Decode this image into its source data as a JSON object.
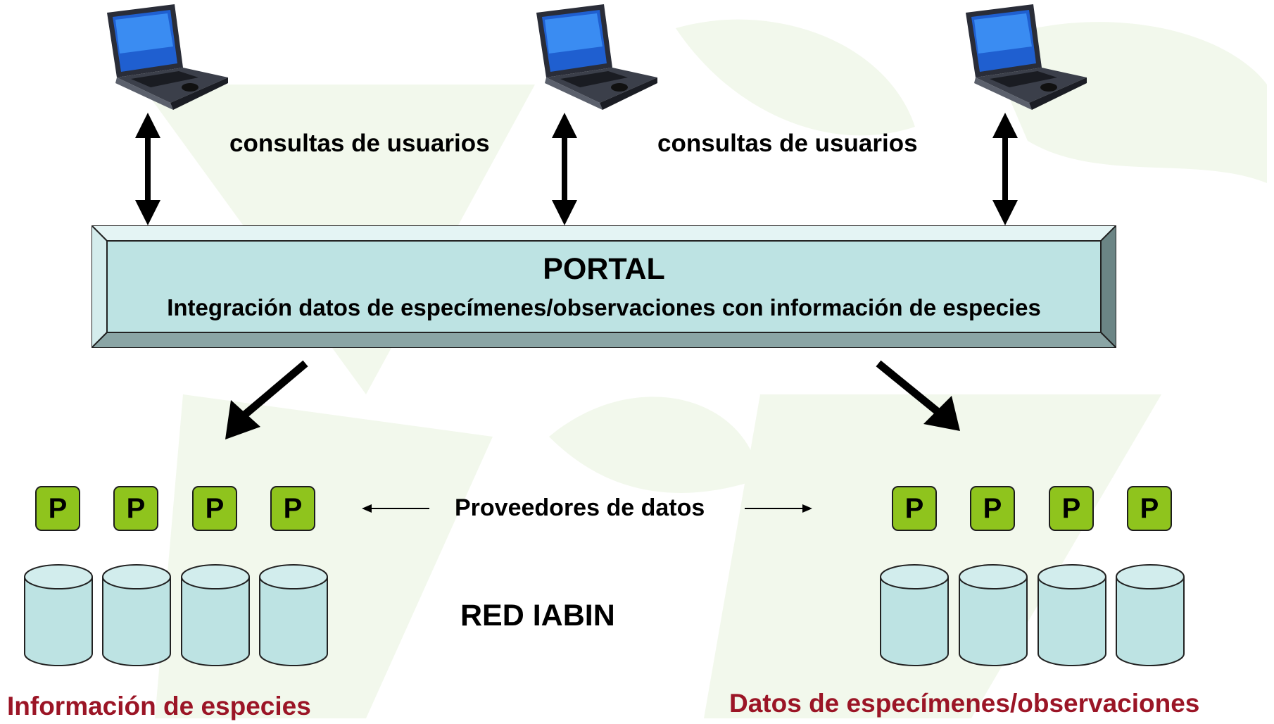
{
  "laptops": [
    {
      "icon": "laptop-icon"
    },
    {
      "icon": "laptop-icon"
    },
    {
      "icon": "laptop-icon"
    }
  ],
  "queries": {
    "left": "consultas de usuarios",
    "right": "consultas de usuarios"
  },
  "portal": {
    "title": "PORTAL",
    "subtitle": "Integración datos de especímenes/observaciones con información de especies",
    "fill": "#bde3e3"
  },
  "providers": {
    "label": "Proveedores de datos",
    "box_letter": "P",
    "box_color": "#8fc41d"
  },
  "network_label": "RED IABIN",
  "databases": {
    "left_caption": "Información de especies",
    "right_caption": "Datos de especímenes/observaciones",
    "fill": "#bde3e3",
    "caption_color": "#9b1526"
  }
}
